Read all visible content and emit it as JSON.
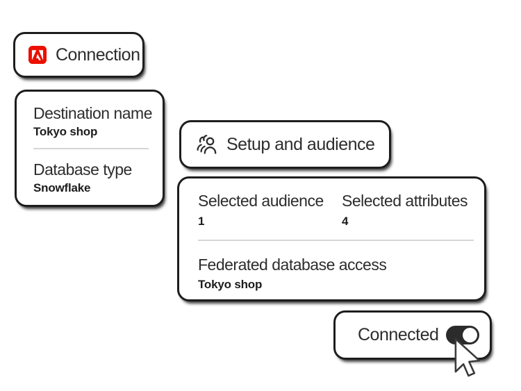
{
  "page": {
    "background": "#ffffff",
    "description": "Adobe Real-Time CDP destination connection illustration"
  },
  "colors": {
    "accent_red": "#EB1000",
    "card_border": "#1d1d1d",
    "text_primary": "#2d2d2d",
    "text_value": "#1c1c1c",
    "divider": "#d6d6d6",
    "toggle_on": "#2b2b2b"
  },
  "connection_card": {
    "label": "Connection",
    "icon": "adobe-logo-icon"
  },
  "destination_card": {
    "fields": [
      {
        "label": "Destination name",
        "value": "Tokyo shop"
      },
      {
        "label": "Database type",
        "value": "Snowflake"
      }
    ]
  },
  "setup_card": {
    "label": "Setup and audience",
    "icon": "audience-icon"
  },
  "summary_card": {
    "stats": [
      {
        "label": "Selected audience",
        "value": "1"
      },
      {
        "label": "Selected attributes",
        "value": "4"
      }
    ],
    "field": {
      "label": "Federated database access",
      "value": "Tokyo shop"
    }
  },
  "connected_card": {
    "label": "Connected",
    "toggle_state": "on"
  },
  "cursor": {
    "icon": "mouse-pointer-icon"
  }
}
